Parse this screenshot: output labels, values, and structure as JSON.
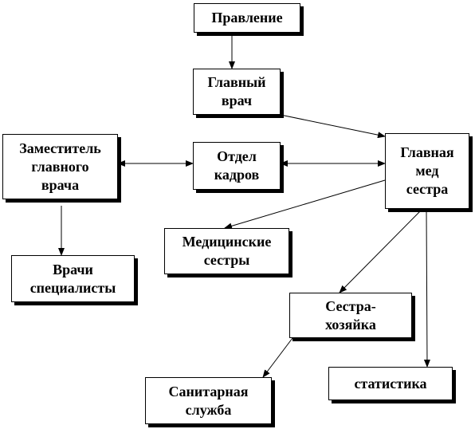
{
  "diagram": {
    "nodes": {
      "pravlenie": "Правление",
      "glavvrach": "Главный\nврач",
      "zam": "Заместитель\nглавного\nврача",
      "otdel": "Отдел\nкадров",
      "glavmed": "Главная\nмед\nсестра",
      "vrachi": "Врачи\nспециалисты",
      "medsestry": "Медицинские\nсестры",
      "hoz": "Сестра-\nхозяйка",
      "stat": "статистика",
      "san": "Санитарная\nслужба"
    },
    "edges": [
      {
        "from": "pravlenie",
        "to": "glavvrach",
        "direction": "forward"
      },
      {
        "from": "glavvrach",
        "to": "glavmed",
        "direction": "forward"
      },
      {
        "from": "zam",
        "to": "otdel",
        "direction": "both"
      },
      {
        "from": "otdel",
        "to": "glavmed",
        "direction": "both"
      },
      {
        "from": "zam",
        "to": "vrachi",
        "direction": "forward"
      },
      {
        "from": "glavmed",
        "to": "medsestry",
        "direction": "forward"
      },
      {
        "from": "glavmed",
        "to": "hoz",
        "direction": "forward"
      },
      {
        "from": "glavmed",
        "to": "stat",
        "direction": "forward"
      },
      {
        "from": "hoz",
        "to": "san",
        "direction": "forward"
      }
    ]
  }
}
